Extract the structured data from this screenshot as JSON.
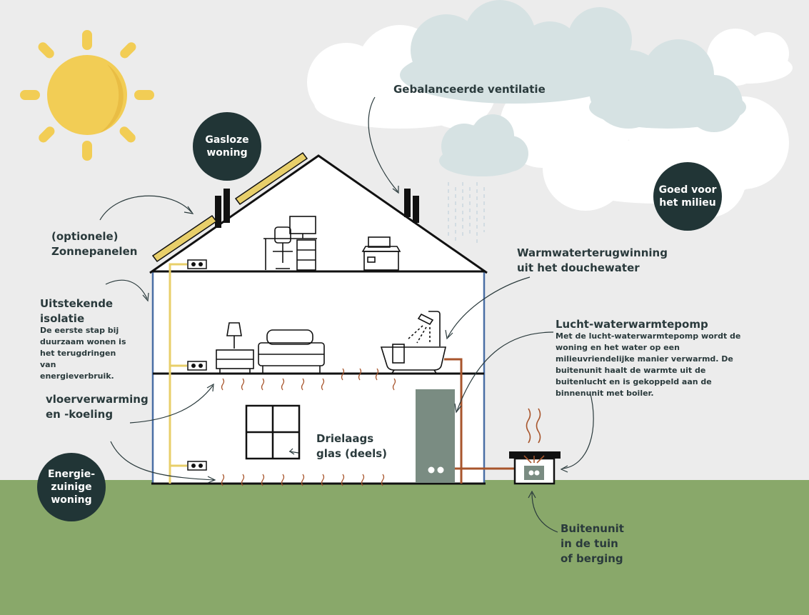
{
  "labels": {
    "solar_line1": "(optionele)",
    "solar_line2": "Zonnepanelen",
    "ventilation": "Gebalanceerde ventilatie",
    "insulation_line1": "Uitstekende",
    "insulation_line2": "isolatie",
    "insulation_desc": "De eerste stap bij duurzaam wonen is het terugdringen van energieverbruik.",
    "floorheat_line1": "vloerverwarming",
    "floorheat_line2": "en -koeling",
    "glass_line1": "Drielaags",
    "glass_line2": "glas (deels)",
    "wtw_line1": "Warmwaterterugwinning",
    "wtw_line2": "uit het douchewater",
    "heatpump_title": "Lucht-waterwarmtepomp",
    "heatpump_desc": "Met de lucht-waterwarmtepomp wordt de woning en het water op een milieuvriendelijke manier verwarmd. De buitenunit haalt de warmte uit de buitenlucht en is gekoppeld aan de binnenunit met boiler.",
    "outdoor_line1": "Buitenunit",
    "outdoor_line2": "in de tuin",
    "outdoor_line3": "of berging"
  },
  "badges": {
    "gasless_line1": "Gasloze",
    "gasless_line2": "woning",
    "env_line1": "Goed voor",
    "env_line2": "het milieu",
    "efficient_line1": "Energie-",
    "efficient_line2": "zuinige",
    "efficient_line3": "woning"
  },
  "colors": {
    "sky": "#ececec",
    "grass": "#89a86a",
    "sun": "#f2cd55",
    "badge": "#213536",
    "boiler": "#7a8c82",
    "pipe": "#a8552c",
    "cable": "#e8cf6a",
    "wall": "#4a6fa5"
  }
}
